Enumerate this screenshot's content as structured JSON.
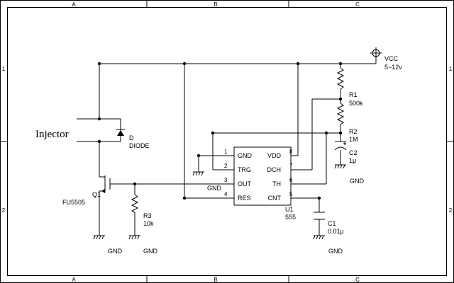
{
  "frame": {
    "columns": [
      "A",
      "B",
      "C"
    ],
    "rows": [
      "1",
      "2"
    ]
  },
  "supply": {
    "label": "VCC",
    "range": "5~12v"
  },
  "injector": {
    "label": "Injector"
  },
  "diode": {
    "ref": "D",
    "value": "DIODE"
  },
  "mosfet": {
    "ref": "Q1",
    "part": "FU5505"
  },
  "r1": {
    "ref": "R1",
    "value": "500k"
  },
  "r2": {
    "ref": "R2",
    "value": "1M"
  },
  "r3": {
    "ref": "R3",
    "value": "10k"
  },
  "c1": {
    "ref": "C1",
    "value": "0.01μ"
  },
  "c2": {
    "ref": "C2",
    "value": "1μ"
  },
  "ic": {
    "ref": "U1",
    "part": "555",
    "left_pins": [
      {
        "num": "1",
        "name": "GND"
      },
      {
        "num": "2",
        "name": "TRG"
      },
      {
        "num": "3",
        "name": "OUT"
      },
      {
        "num": "4",
        "name": "RES"
      }
    ],
    "right_pins": [
      {
        "num": "8",
        "name": "VDD"
      },
      {
        "num": "7",
        "name": "DCH"
      },
      {
        "num": "6",
        "name": "TH"
      },
      {
        "num": "5",
        "name": "CNT"
      }
    ]
  },
  "grounds": {
    "label": "GND",
    "q1": "GND",
    "r3": "GND",
    "ic": "GND",
    "c2": "GND",
    "c1": "GND"
  }
}
